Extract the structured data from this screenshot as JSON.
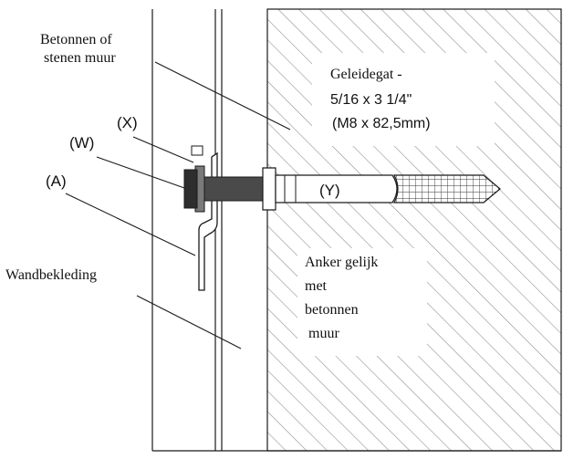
{
  "diagram": {
    "labels": {
      "wall": [
        "Betonnen of",
        "stenen muur"
      ],
      "guide_hole": [
        "Geleidegat -",
        "5/16 x 3 1/4\"",
        "(M8 x 82,5mm)"
      ],
      "x": "(X)",
      "w": "(W)",
      "a": "(A)",
      "y": "(Y)",
      "cladding": "Wandbekleding",
      "anchor_note": [
        "Anker gelijk",
        "met",
        "betonnen",
        "muur"
      ]
    },
    "colors": {
      "line": "#1a1a1a",
      "hatch": "#9a9a9a",
      "bolt": "#4a4a4a",
      "nut": "#2e2e2e",
      "label_bg": "#ffffff"
    }
  }
}
